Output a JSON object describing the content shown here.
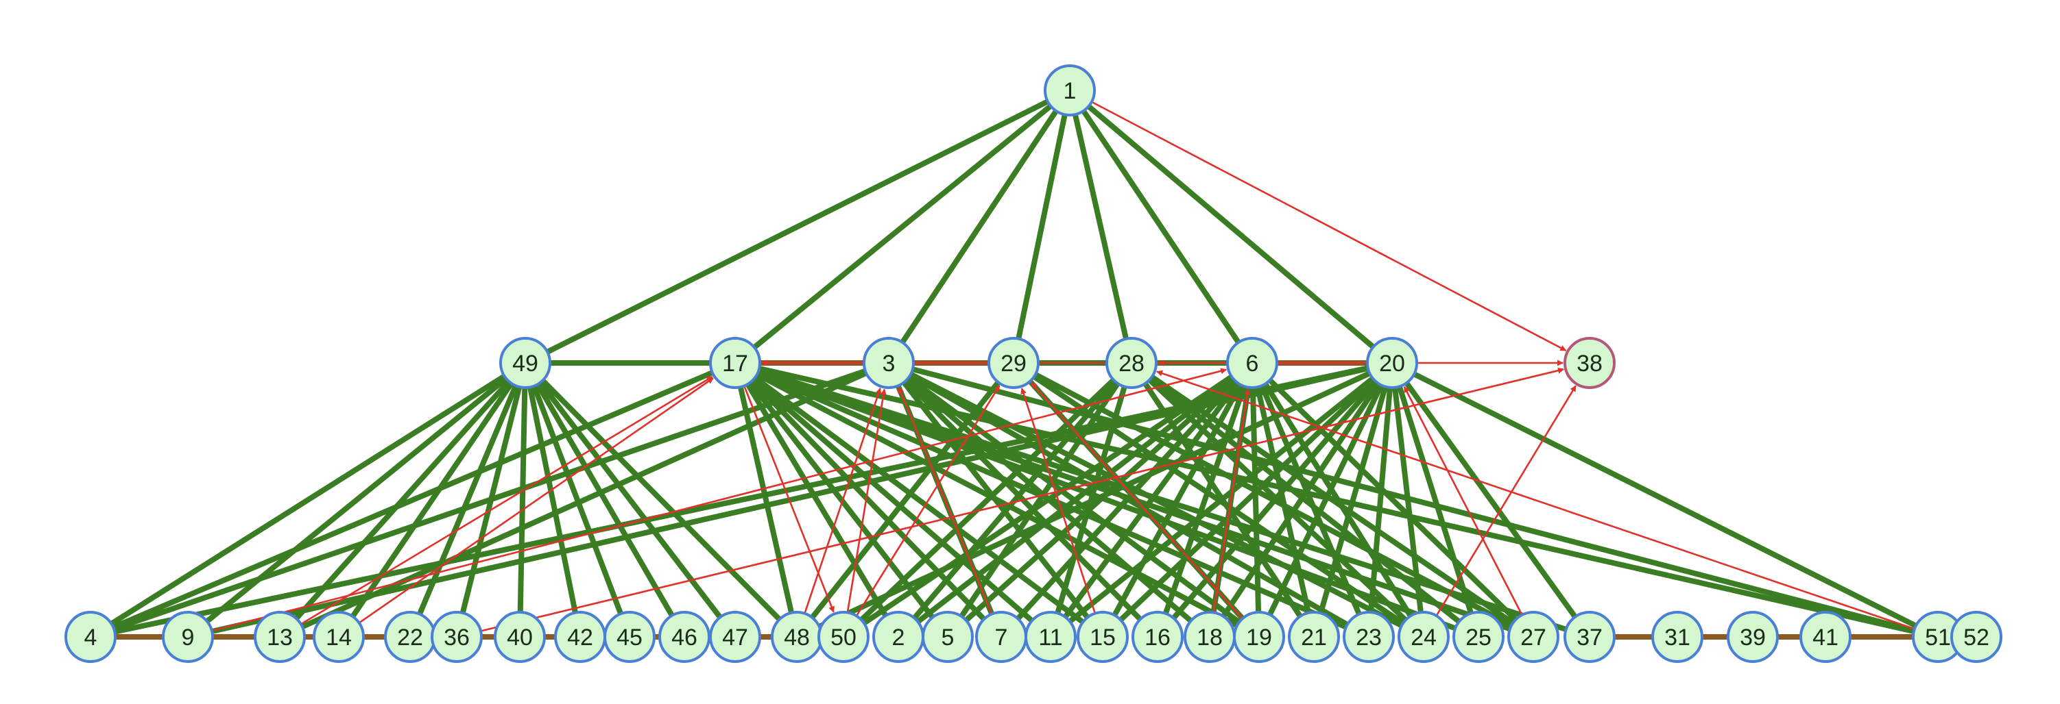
{
  "diagram": {
    "colors": {
      "node_fill": "#d4f7cf",
      "node_stroke": "#4a7fd6",
      "node_stroke_highlight": "#b5577a",
      "edge_undirected": "#3b7d23",
      "edge_chain": "#8a5a22",
      "edge_directed": "#e0322b"
    },
    "levels": [
      {
        "level": 0,
        "nodes": [
          "1"
        ]
      },
      {
        "level": 1,
        "nodes": [
          "49",
          "17",
          "3",
          "29",
          "28",
          "6",
          "20",
          "38"
        ]
      },
      {
        "level": 2,
        "nodes": [
          "4",
          "9",
          "13",
          "14",
          "22",
          "36",
          "40",
          "42",
          "45",
          "46",
          "47",
          "48",
          "50",
          "2",
          "5",
          "7",
          "11",
          "15",
          "16",
          "18",
          "19",
          "21",
          "23",
          "24",
          "25",
          "27",
          "37",
          "31",
          "39",
          "41",
          "51",
          "52"
        ]
      }
    ],
    "highlighted_nodes": [
      "38"
    ],
    "undirected_edges": [
      [
        "1",
        "49"
      ],
      [
        "1",
        "17"
      ],
      [
        "1",
        "3"
      ],
      [
        "1",
        "29"
      ],
      [
        "1",
        "28"
      ],
      [
        "1",
        "6"
      ],
      [
        "1",
        "20"
      ],
      [
        "49",
        "17"
      ],
      [
        "29",
        "28"
      ],
      [
        "28",
        "6"
      ],
      [
        "49",
        "4"
      ],
      [
        "49",
        "9"
      ],
      [
        "49",
        "13"
      ],
      [
        "49",
        "14"
      ],
      [
        "49",
        "22"
      ],
      [
        "49",
        "36"
      ],
      [
        "49",
        "40"
      ],
      [
        "49",
        "42"
      ],
      [
        "49",
        "45"
      ],
      [
        "49",
        "46"
      ],
      [
        "49",
        "47"
      ],
      [
        "49",
        "48"
      ],
      [
        "17",
        "4"
      ],
      [
        "17",
        "48"
      ],
      [
        "17",
        "2"
      ],
      [
        "17",
        "5"
      ],
      [
        "17",
        "7"
      ],
      [
        "17",
        "11"
      ],
      [
        "17",
        "15"
      ],
      [
        "17",
        "19"
      ],
      [
        "17",
        "23"
      ],
      [
        "17",
        "25"
      ],
      [
        "17",
        "27"
      ],
      [
        "17",
        "37"
      ],
      [
        "17",
        "51"
      ],
      [
        "3",
        "4"
      ],
      [
        "3",
        "13"
      ],
      [
        "3",
        "7"
      ],
      [
        "3",
        "15"
      ],
      [
        "3",
        "16"
      ],
      [
        "3",
        "18"
      ],
      [
        "3",
        "19"
      ],
      [
        "3",
        "23"
      ],
      [
        "3",
        "24"
      ],
      [
        "3",
        "51"
      ],
      [
        "29",
        "48"
      ],
      [
        "29",
        "19"
      ],
      [
        "29",
        "24"
      ],
      [
        "29",
        "27"
      ],
      [
        "28",
        "5"
      ],
      [
        "28",
        "2"
      ],
      [
        "28",
        "50"
      ],
      [
        "28",
        "11"
      ],
      [
        "28",
        "21"
      ],
      [
        "28",
        "24"
      ],
      [
        "28",
        "25"
      ],
      [
        "28",
        "27"
      ],
      [
        "6",
        "50"
      ],
      [
        "6",
        "2"
      ],
      [
        "6",
        "5"
      ],
      [
        "6",
        "7"
      ],
      [
        "6",
        "11"
      ],
      [
        "6",
        "15"
      ],
      [
        "6",
        "16"
      ],
      [
        "6",
        "18"
      ],
      [
        "6",
        "19"
      ],
      [
        "6",
        "21"
      ],
      [
        "6",
        "23"
      ],
      [
        "6",
        "24"
      ],
      [
        "6",
        "27"
      ],
      [
        "20",
        "4"
      ],
      [
        "20",
        "9"
      ],
      [
        "20",
        "48"
      ],
      [
        "20",
        "11"
      ],
      [
        "20",
        "15"
      ],
      [
        "20",
        "16"
      ],
      [
        "20",
        "18"
      ],
      [
        "20",
        "19"
      ],
      [
        "20",
        "21"
      ],
      [
        "20",
        "23"
      ],
      [
        "20",
        "24"
      ],
      [
        "20",
        "25"
      ],
      [
        "20",
        "37"
      ],
      [
        "20",
        "51"
      ]
    ],
    "chain_edges": [
      [
        "17",
        "3"
      ],
      [
        "3",
        "29"
      ],
      [
        "6",
        "20"
      ],
      [
        "4",
        "9"
      ],
      [
        "9",
        "13"
      ],
      [
        "13",
        "14"
      ],
      [
        "14",
        "22"
      ],
      [
        "22",
        "36"
      ],
      [
        "36",
        "40"
      ],
      [
        "40",
        "42"
      ],
      [
        "42",
        "45"
      ],
      [
        "45",
        "46"
      ],
      [
        "46",
        "47"
      ],
      [
        "47",
        "48"
      ],
      [
        "37",
        "31"
      ],
      [
        "31",
        "39"
      ],
      [
        "39",
        "41"
      ],
      [
        "41",
        "51"
      ],
      [
        "51",
        "52"
      ]
    ],
    "directed_edges": [
      [
        "1",
        "38"
      ],
      [
        "20",
        "38"
      ],
      [
        "36",
        "38"
      ],
      [
        "24",
        "38"
      ],
      [
        "13",
        "17"
      ],
      [
        "14",
        "17"
      ],
      [
        "17",
        "50"
      ],
      [
        "50",
        "3"
      ],
      [
        "48",
        "3"
      ],
      [
        "7",
        "3"
      ],
      [
        "19",
        "29"
      ],
      [
        "15",
        "29"
      ],
      [
        "50",
        "29"
      ],
      [
        "18",
        "6"
      ],
      [
        "6",
        "28"
      ],
      [
        "51",
        "28"
      ],
      [
        "20",
        "17"
      ],
      [
        "9",
        "6"
      ],
      [
        "27",
        "20"
      ]
    ]
  }
}
